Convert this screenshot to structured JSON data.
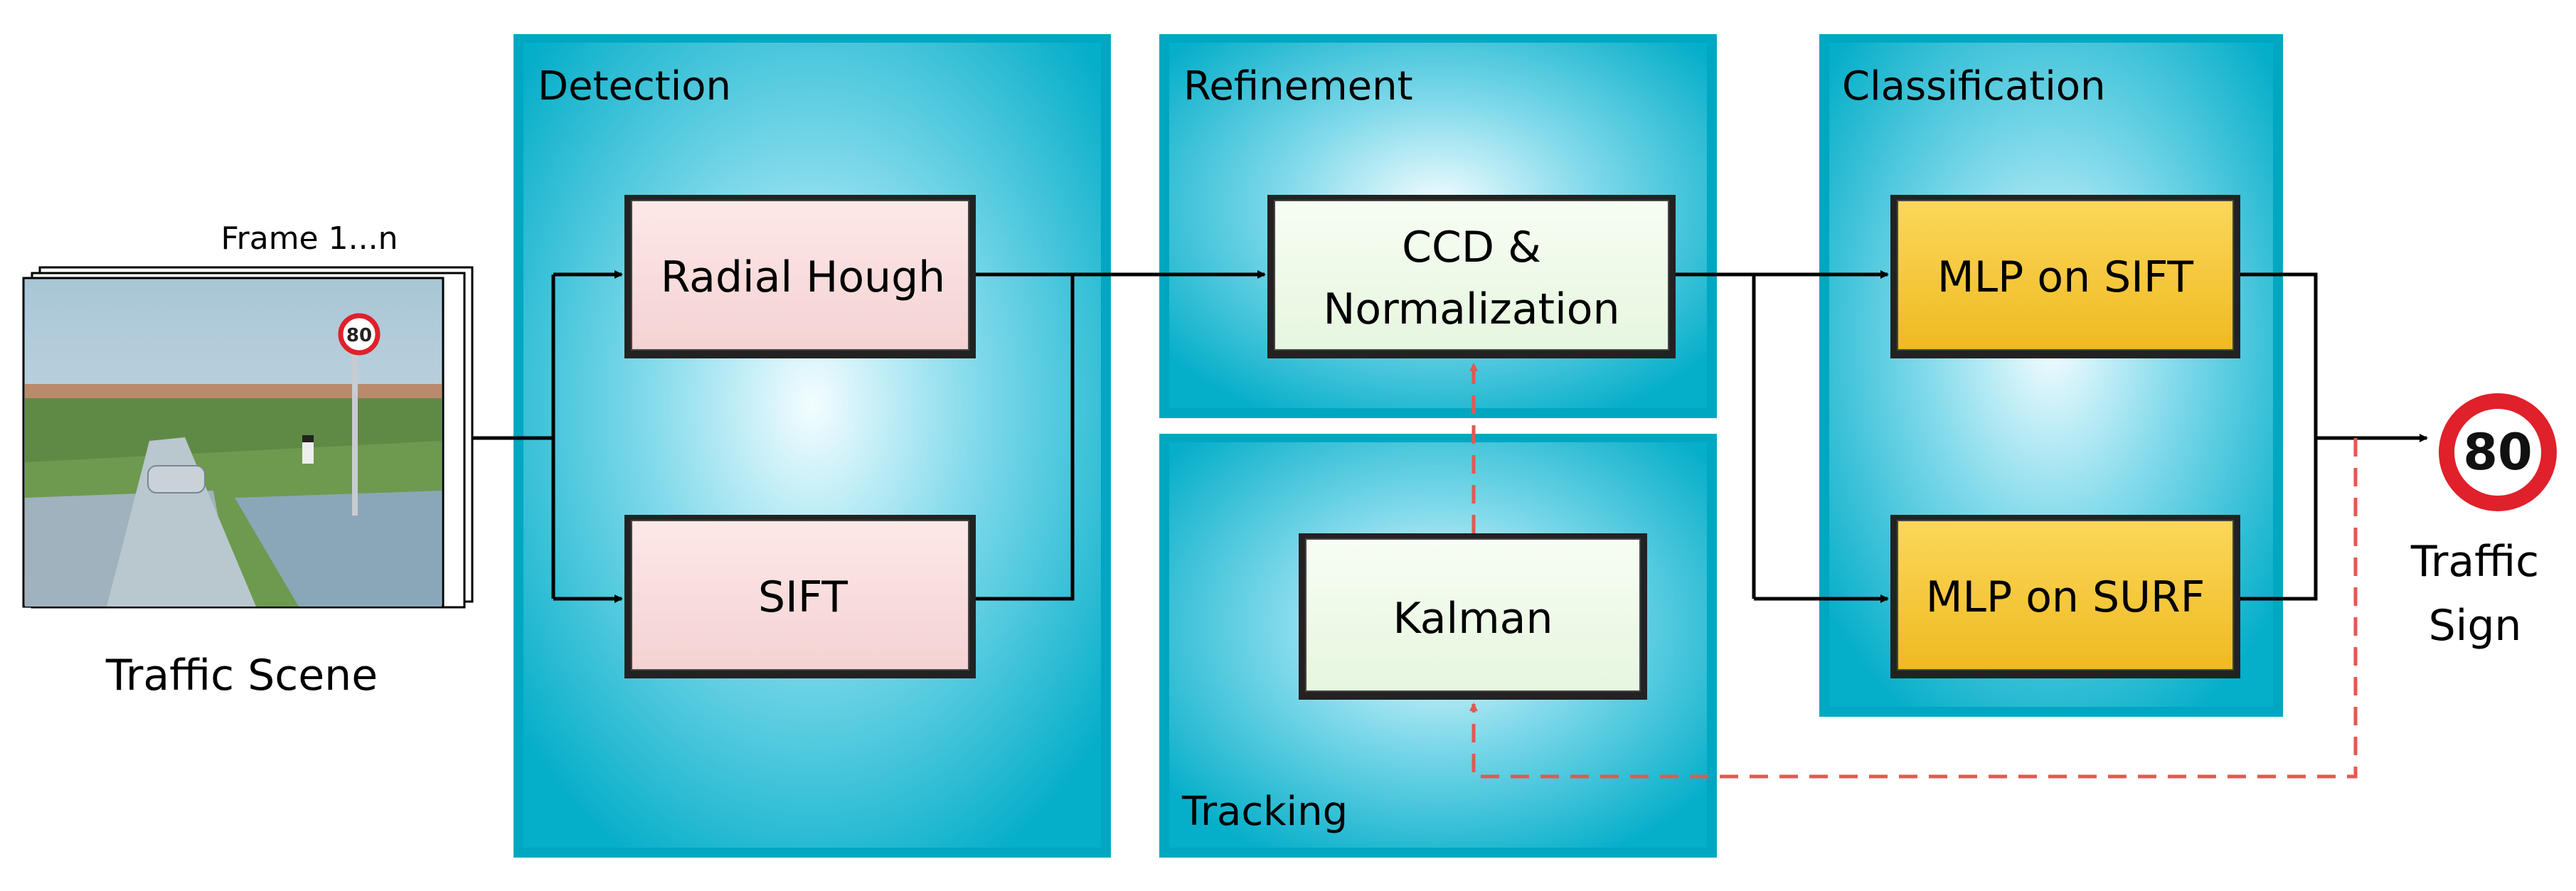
{
  "input": {
    "frame_label": "Frame 1...n",
    "caption": "Traffic Scene",
    "sign_value": "80"
  },
  "panels": {
    "detection": "Detection",
    "refinement": "Refinement",
    "tracking": "Tracking",
    "classification": "Classification"
  },
  "nodes": {
    "radial_hough": "Radial Hough",
    "sift": "SIFT",
    "ccd_line1": "CCD &",
    "ccd_line2": "Normalization",
    "kalman": "Kalman",
    "mlp_sift": "MLP on SIFT",
    "mlp_surf": "MLP on SURF"
  },
  "output": {
    "sign_value": "80",
    "caption_line1": "Traffic",
    "caption_line2": "Sign"
  },
  "colors": {
    "panel_center": "#e8fbff",
    "panel_edge": "#00aec8",
    "pink_box": "#f8dcdc",
    "light_green_box": "#eefbea",
    "yellow_box": "#f6c83a",
    "feedback_arrow": "#e05a50",
    "sign_red": "#e0202a"
  }
}
